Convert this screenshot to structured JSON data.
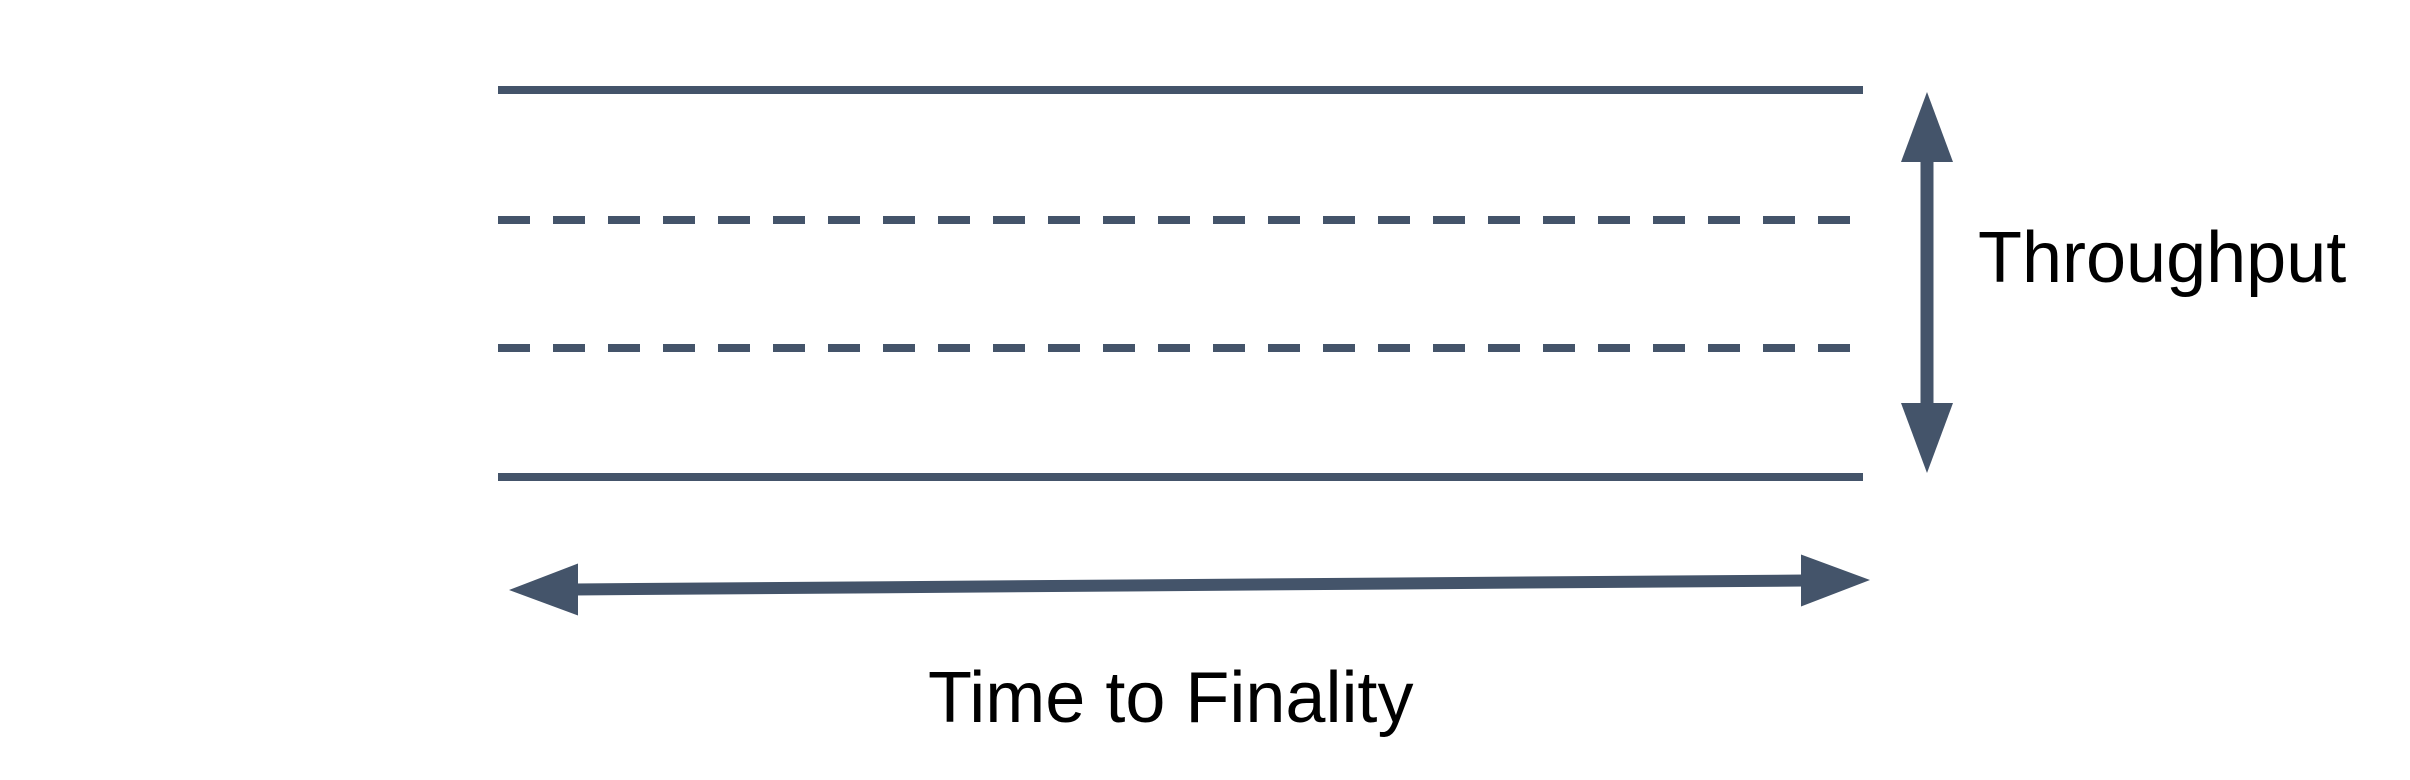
{
  "diagram": {
    "kind": "conceptual-tradeoff-diagram",
    "labels": {
      "throughput": "Throughput",
      "time_to_finality": "Time to Finality"
    },
    "colors": {
      "shape": "#44546A",
      "text": "#000000",
      "background": "#FFFFFF"
    },
    "elements": {
      "band": {
        "top_line_style": "solid",
        "dashed_middle_line_count": 2,
        "bottom_line_style": "solid"
      },
      "vertical_arrow": {
        "style": "double-headed",
        "measures": "Throughput"
      },
      "horizontal_arrow": {
        "style": "double-headed",
        "measures": "Time to Finality"
      }
    }
  }
}
